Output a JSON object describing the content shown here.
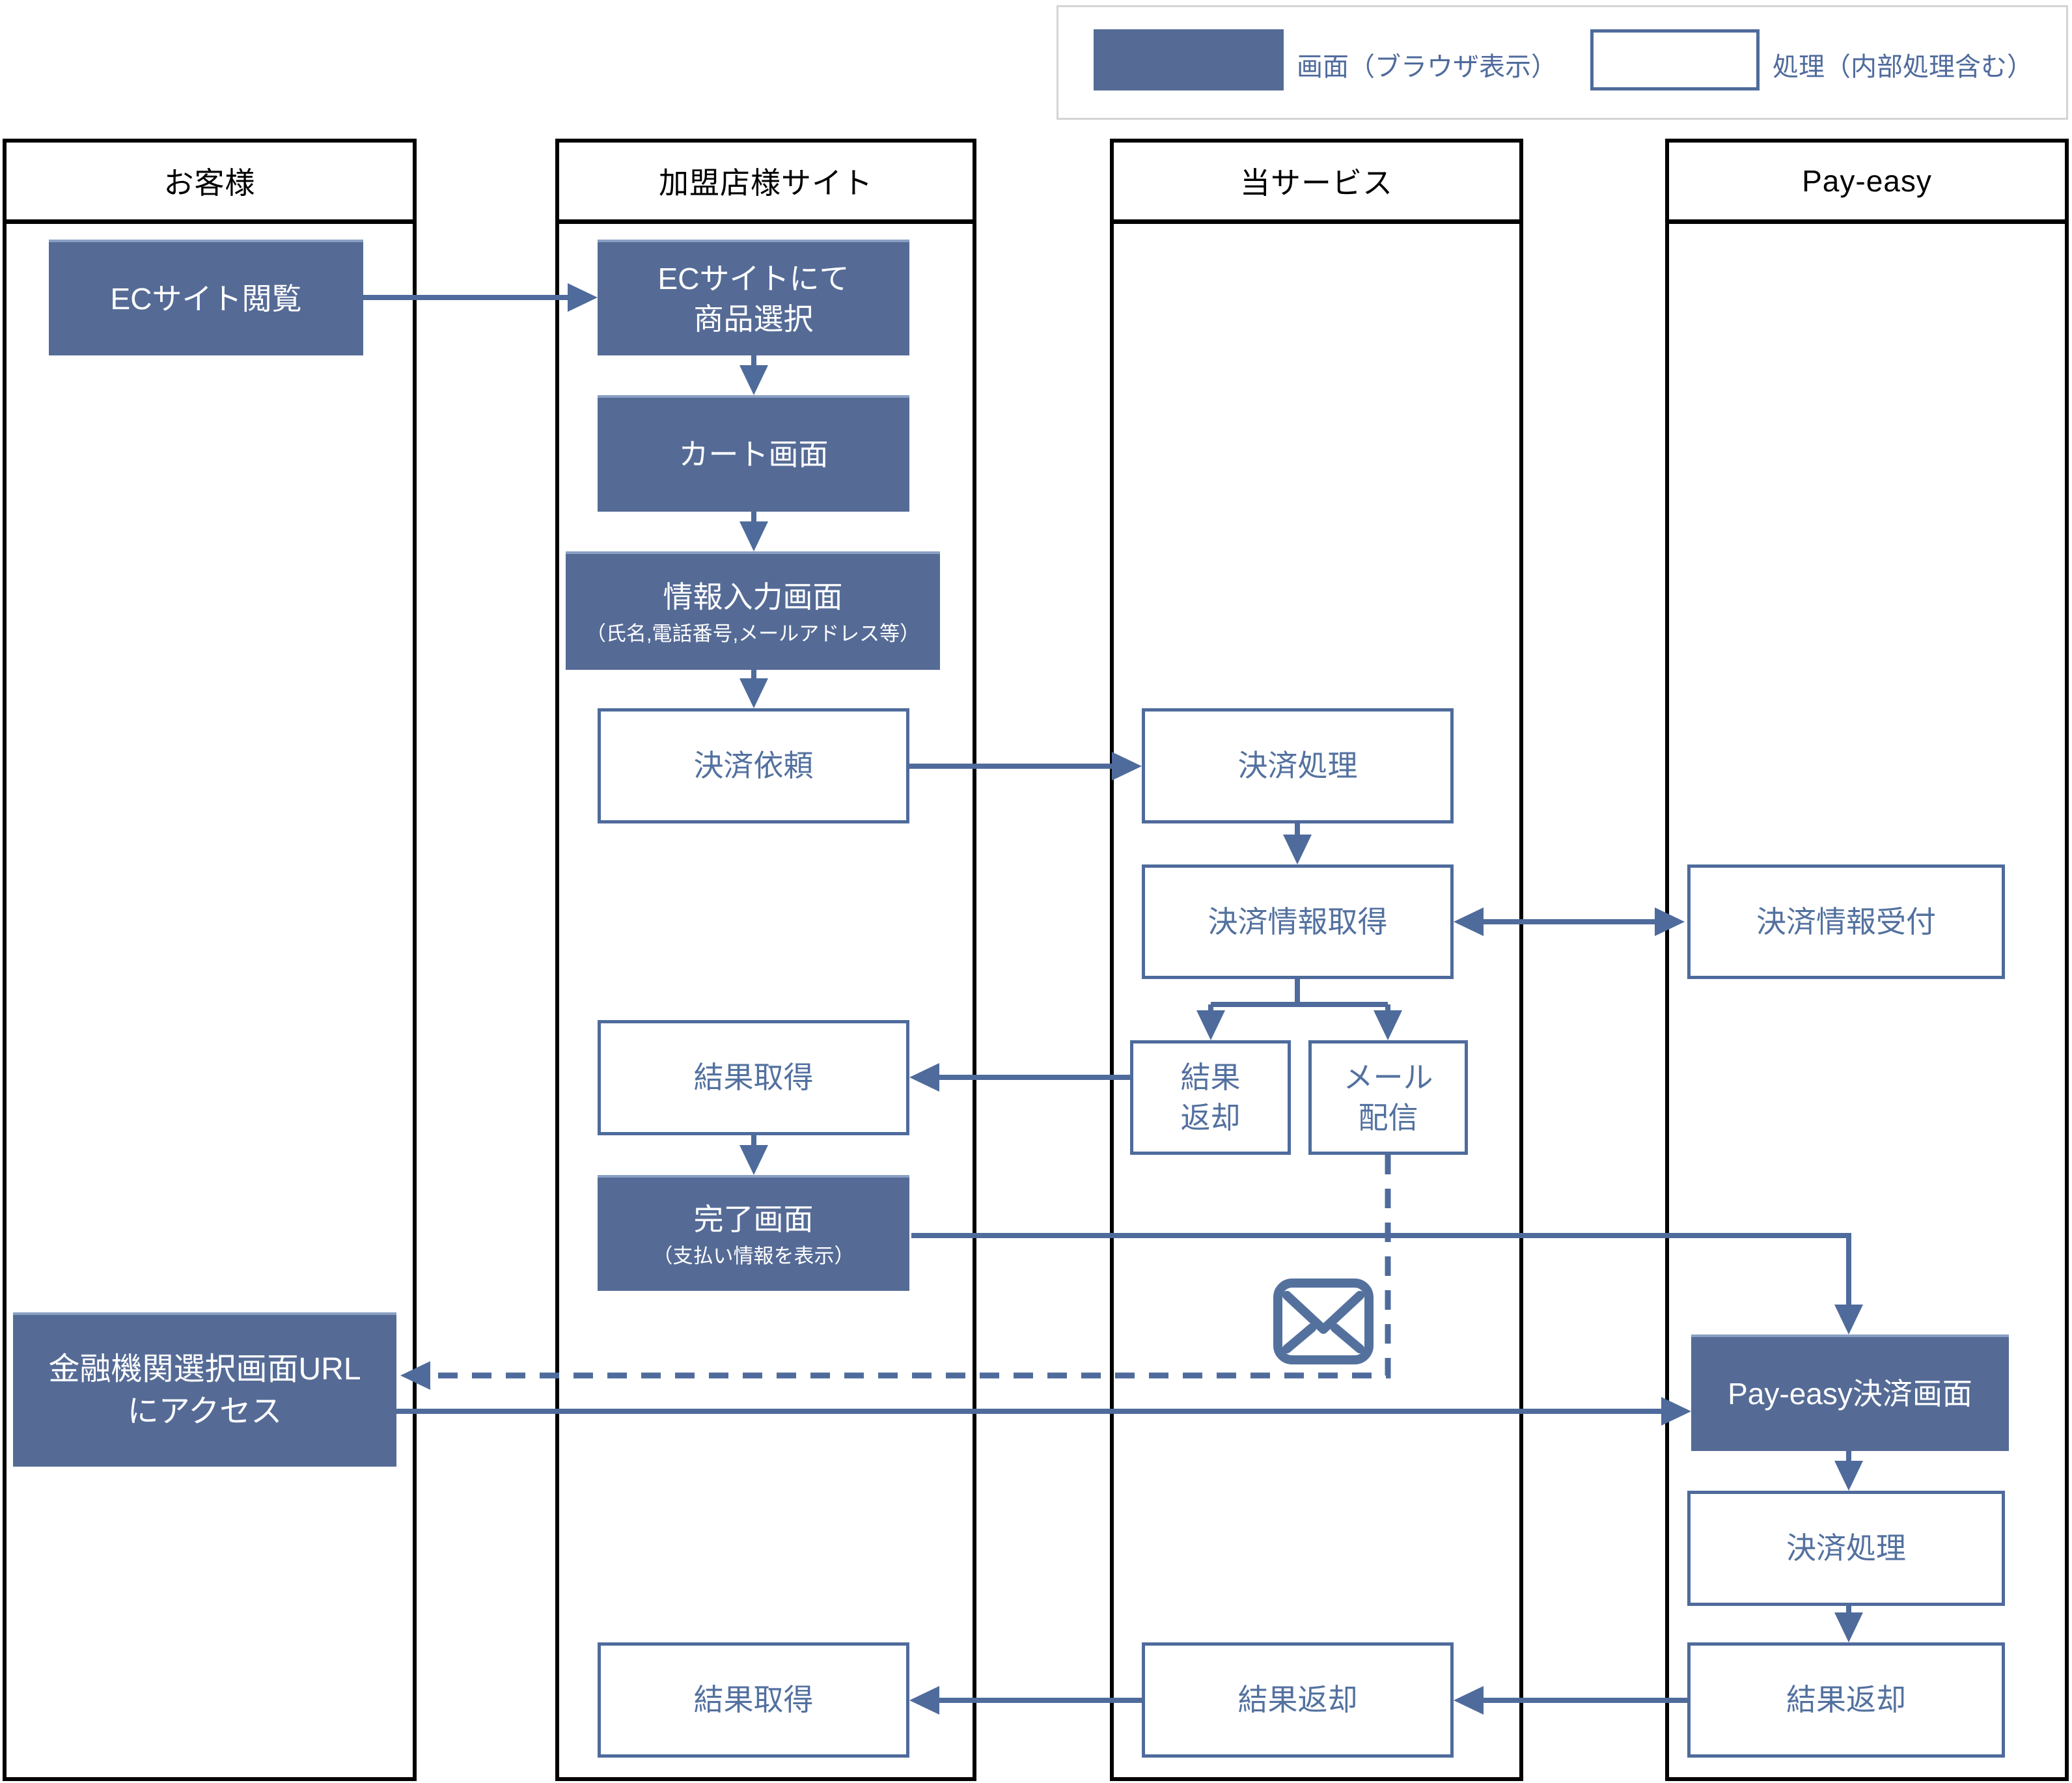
{
  "legend": {
    "screen_label": "画面（ブラウザ表示）",
    "process_label": "処理（内部処理含む）"
  },
  "lanes": [
    {
      "title": "お客様"
    },
    {
      "title": "加盟店様サイト"
    },
    {
      "title": "当サービス"
    },
    {
      "title": "Pay-easy"
    }
  ],
  "nodes": {
    "ec_browse": {
      "label": "ECサイト閲覧",
      "type": "screen"
    },
    "ec_select": {
      "label": "ECサイトにて\n商品選択",
      "type": "screen"
    },
    "cart": {
      "label": "カート画面",
      "type": "screen"
    },
    "info_input": {
      "label": "情報入力画面",
      "sub": "（氏名,電話番号,メールアドレス等）",
      "type": "screen"
    },
    "pay_request": {
      "label": "決済依頼",
      "type": "process"
    },
    "pay_process_svc": {
      "label": "決済処理",
      "type": "process"
    },
    "payinfo_get": {
      "label": "決済情報取得",
      "type": "process"
    },
    "payinfo_accept": {
      "label": "決済情報受付",
      "type": "process"
    },
    "result_get_merchant": {
      "label": "結果取得",
      "type": "process"
    },
    "result_return_small": {
      "label": "結果\n返却",
      "type": "process"
    },
    "mail_delivery": {
      "label": "メール\n配信",
      "type": "process"
    },
    "complete": {
      "label": "完了画面",
      "sub": "（支払い情報を表示）",
      "type": "screen"
    },
    "bank_url": {
      "label": "金融機関選択画面URL\nにアクセス",
      "type": "screen"
    },
    "payeasy_screen": {
      "label": "Pay-easy決済画面",
      "type": "screen"
    },
    "pay_process_pe": {
      "label": "決済処理",
      "type": "process"
    },
    "result_return_pe": {
      "label": "結果返却",
      "type": "process"
    },
    "result_return_svc": {
      "label": "結果返却",
      "type": "process"
    },
    "result_get_merchant2": {
      "label": "結果取得",
      "type": "process"
    }
  },
  "icons": {
    "mail": "mail-envelope"
  },
  "colors": {
    "screen_fill": "#556b96",
    "line": "#4f6b9c",
    "lane_border": "#000000",
    "legend_border": "#d4d4d4"
  }
}
